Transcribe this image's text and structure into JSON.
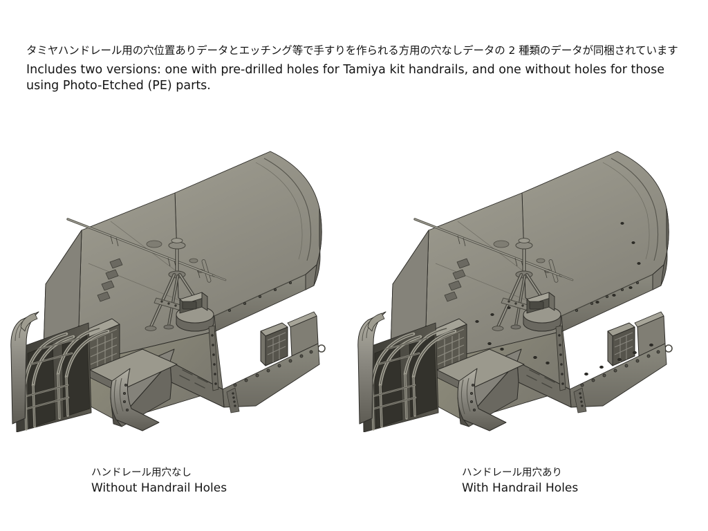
{
  "document": {
    "background_color": "#ffffff",
    "text_color": "#141414"
  },
  "description": {
    "japanese": "タミヤハンドレール用の穴位置ありデータとエッチング等で手すりを作られる方用の穴なしデータの 2 種類のデータが同梱されています",
    "english": "Includes two versions: one with pre-drilled holes for Tamiya kit handrails, and one without holes for those using Photo-Etched (PE) parts."
  },
  "figures": [
    {
      "id": "without-holes",
      "caption_jp": "ハンドレール用穴なし",
      "caption_en": "Without Handrail Holes",
      "has_handrail_holes": false,
      "subject": "tank-upper-hull-3d-render"
    },
    {
      "id": "with-holes",
      "caption_jp": "ハンドレール用穴あり",
      "caption_en": "With Handrail Holes",
      "has_handrail_holes": true,
      "subject": "tank-upper-hull-3d-render"
    }
  ],
  "render_palette": {
    "body_light": "#a9a79b",
    "body_mid": "#8d8b80",
    "body_dark": "#6f6d64",
    "body_darker": "#5a584f",
    "shadow": "#45433c",
    "deep_shadow": "#33322c",
    "highlight": "#c2c0b4",
    "edge_line": "#2b2a26",
    "hole": "#3a3933"
  }
}
